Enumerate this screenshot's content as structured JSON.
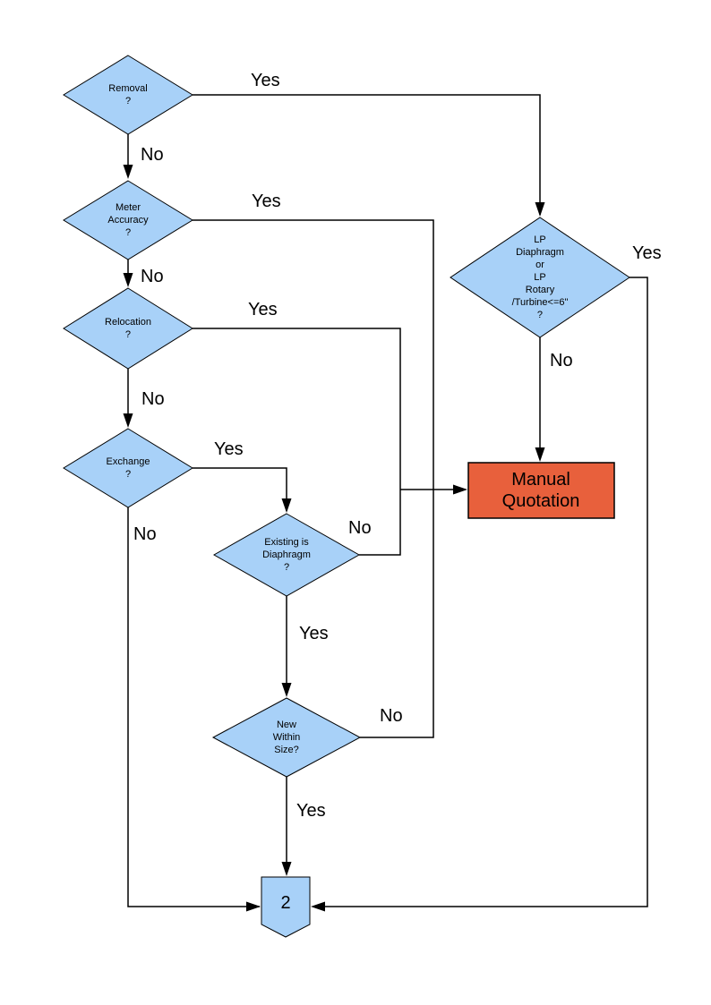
{
  "page": {
    "background": "#FFFFFF"
  },
  "colors": {
    "node_fill": "#A8D1F8",
    "node_border": "#000000",
    "highlight_fill": "#E8603C",
    "connector_line": "#000000",
    "text": "#000000"
  },
  "nodes": {
    "removal": {
      "label": "Removal\n?"
    },
    "meter_accuracy": {
      "label": "Meter\nAccuracy\n?"
    },
    "relocation": {
      "label": "Relocation\n?"
    },
    "exchange": {
      "label": "Exchange\n?"
    },
    "existing_is_diaphragm": {
      "label": "Existing is\nDiaphragm\n?"
    },
    "new_within_size": {
      "label": "New\nWithin\nSize?"
    },
    "lp_diaphragm_rotary": {
      "label": "LP\nDiaphragm\nor\nLP\nRotary\n/Turbine<=6\"\n?"
    },
    "manual_quotation": {
      "label": "Manual\nQuotation"
    },
    "offpage_connector": {
      "label": "2"
    }
  },
  "edge_labels": {
    "removal_yes": "Yes",
    "removal_no": "No",
    "meter_yes": "Yes",
    "meter_no": "No",
    "relocation_yes": "Yes",
    "relocation_no": "No",
    "exchange_yes": "Yes",
    "exchange_no": "No",
    "existing_no": "No",
    "existing_yes": "Yes",
    "newsize_no": "No",
    "newsize_yes": "Yes",
    "lp_yes": "Yes",
    "lp_no": "No"
  }
}
